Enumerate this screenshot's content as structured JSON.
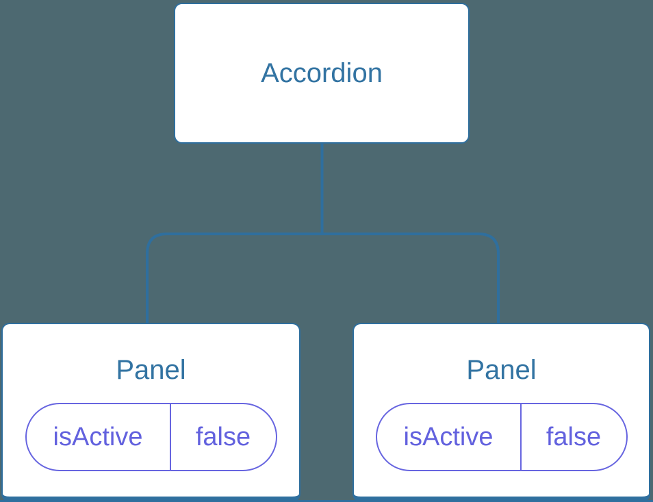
{
  "diagram_title": "component-state-tree",
  "colors": {
    "background": "#4d6971",
    "connector_blue": "#2f6f9e",
    "node_border_blue": "#2f6f9e",
    "node_label_blue": "#3273a2",
    "node_background": "#ffffff",
    "state_text_indigo": "#6261de",
    "state_border_indigo": "#6765e0"
  },
  "tree": {
    "root": {
      "label": "Accordion"
    },
    "children": [
      {
        "label": "Panel",
        "state": {
          "key": "isActive",
          "value": "false"
        }
      },
      {
        "label": "Panel",
        "state": {
          "key": "isActive",
          "value": "false"
        }
      }
    ]
  }
}
